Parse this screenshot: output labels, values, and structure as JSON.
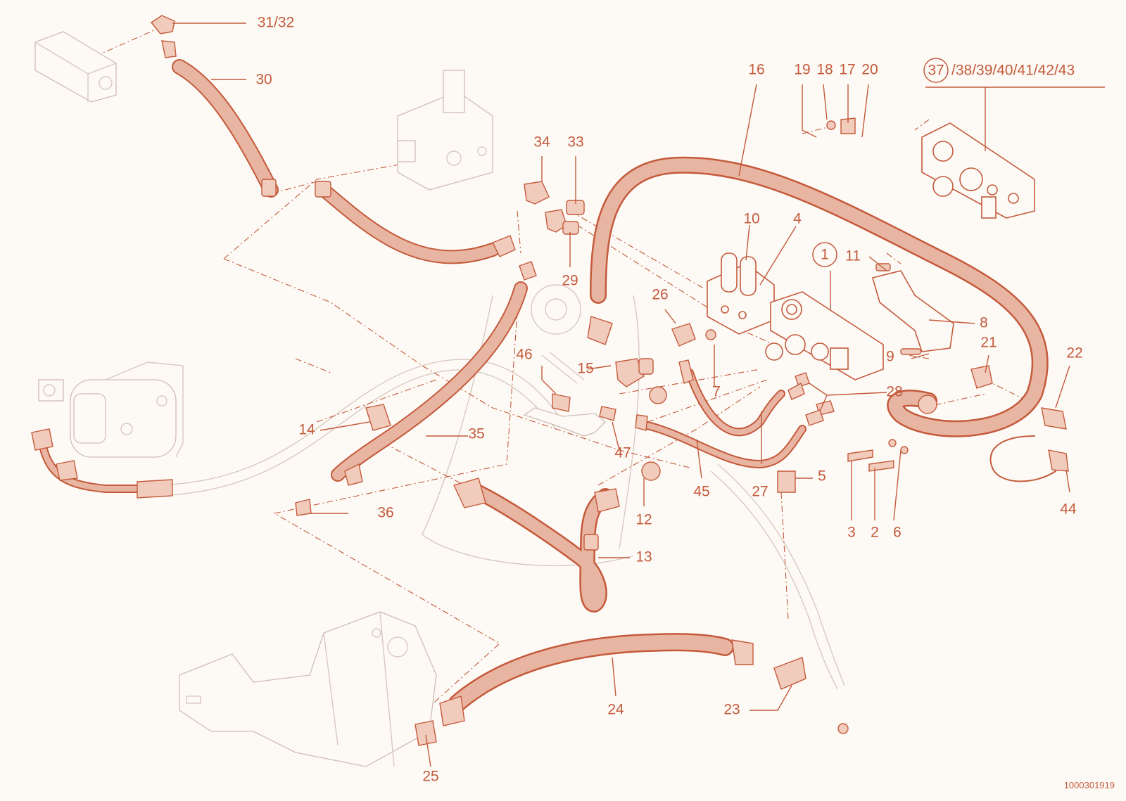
{
  "diagram": {
    "document_number": "1000301919",
    "callouts": {
      "c31_32": "31/32",
      "c30": "30",
      "c16": "16",
      "c19": "19",
      "c18": "18",
      "c17": "17",
      "c20": "20",
      "c37": "37",
      "c38_43": "/38/39/40/41/42/43",
      "c34": "34",
      "c33": "33",
      "c10": "10",
      "c4": "4",
      "c1": "1",
      "c11": "11",
      "c29": "29",
      "c26": "26",
      "c8": "8",
      "c46": "46",
      "c15": "15",
      "c7": "7",
      "c9": "9",
      "c21": "21",
      "c22": "22",
      "c28": "28",
      "c14": "14",
      "c35": "35",
      "c47": "47",
      "c5": "5",
      "c12": "12",
      "c45": "45",
      "c27": "27",
      "c3": "3",
      "c2": "2",
      "c6": "6",
      "c44": "44",
      "c36": "36",
      "c13": "13",
      "c24": "24",
      "c23": "23",
      "c25": "25"
    },
    "colors": {
      "accent": "#c45a3b",
      "hose_fill": "#e8b5a2",
      "ghost": "#d9c8c0",
      "background": "#fdfaf6"
    }
  }
}
